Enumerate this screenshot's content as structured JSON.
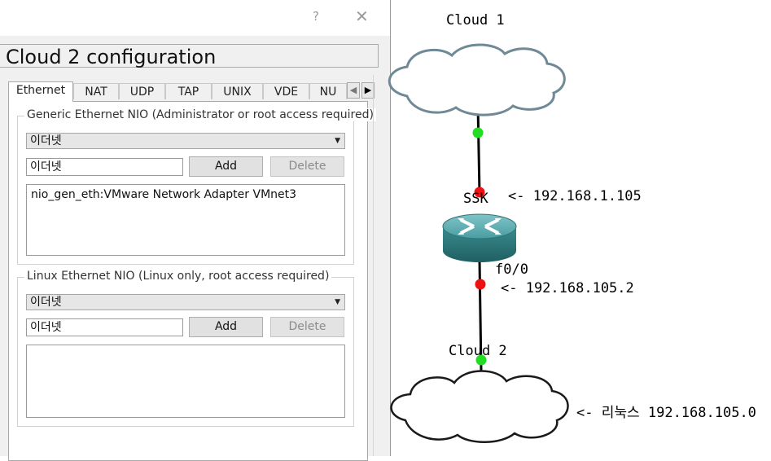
{
  "dialog": {
    "help_glyph": "?",
    "close_glyph": "✕",
    "header": "Cloud 2 configuration",
    "tabs": [
      "Ethernet",
      "NAT",
      "UDP",
      "TAP",
      "UNIX",
      "VDE",
      "NU"
    ],
    "active_tab": "Ethernet",
    "tab_scroll_left": "◀",
    "tab_scroll_right": "▶",
    "generic_group": {
      "legend": "Generic Ethernet NIO (Administrator or root access required)",
      "selected": "이더넷",
      "input_value": "이더넷",
      "add_label": "Add",
      "delete_label": "Delete",
      "list_items": [
        "nio_gen_eth:VMware Network Adapter VMnet3"
      ]
    },
    "linux_group": {
      "legend": "Linux Ethernet NIO (Linux only, root access required)",
      "selected": "이더넷",
      "input_value": "이더넷",
      "add_label": "Add",
      "delete_label": "Delete",
      "list_items": []
    }
  },
  "topology": {
    "cloud1_label": "Cloud 1",
    "cloud2_label": "Cloud 2",
    "router_label": "SSK",
    "router_port_label": "f0/0",
    "annotation_router_ip": "<- 192.168.1.105",
    "annotation_port_ip": "<- 192.168.105.2",
    "annotation_cloud2": "<- 리눅스 192.168.105.0",
    "colors": {
      "link_up": "#22dd22",
      "link_down": "#ee1111",
      "cloud1_stroke": "#6f8a96",
      "cloud2_stroke": "#1a1a1a",
      "router_body": "#3a8c90"
    }
  }
}
